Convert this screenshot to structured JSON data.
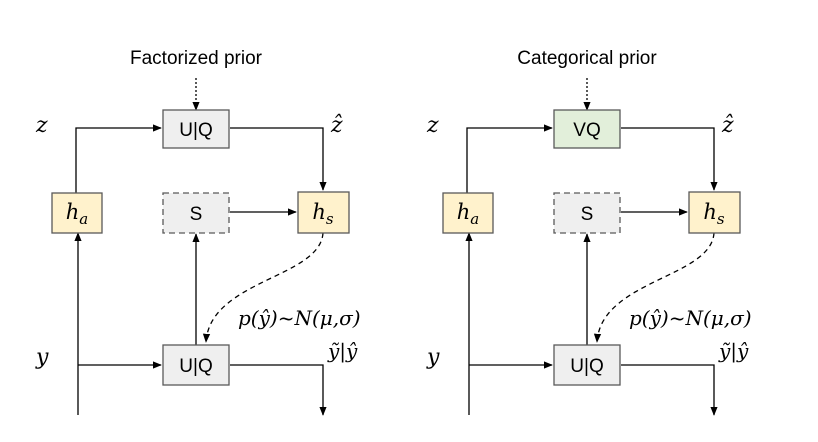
{
  "panels": [
    {
      "prior_title": "Factorized prior",
      "quantizer_top": "U|Q",
      "quantizer_top_fill": "#efefef",
      "side_box": "S",
      "quantizer_bottom": "U|Q",
      "h_a": {
        "base": "h",
        "sub": "a"
      },
      "h_s": {
        "base": "h",
        "sub": "s"
      },
      "z": "z",
      "z_hat": "ẑ",
      "y": "y",
      "y_out": "ỹ|ŷ",
      "prob_label": "p(ŷ)~N(μ,σ)"
    },
    {
      "prior_title": "Categorical prior",
      "quantizer_top": "VQ",
      "quantizer_top_fill": "#e2efda",
      "side_box": "S",
      "quantizer_bottom": "U|Q",
      "h_a": {
        "base": "h",
        "sub": "a"
      },
      "h_s": {
        "base": "h",
        "sub": "s"
      },
      "z": "z",
      "z_hat": "ẑ",
      "y": "y",
      "y_out": "ỹ|ŷ",
      "prob_label": "p(ŷ)~N(μ,σ)"
    }
  ],
  "colors": {
    "transform_fill": "#fff2cc",
    "box_fill": "#efefef",
    "box_stroke": "#595959",
    "line": "#000000"
  }
}
